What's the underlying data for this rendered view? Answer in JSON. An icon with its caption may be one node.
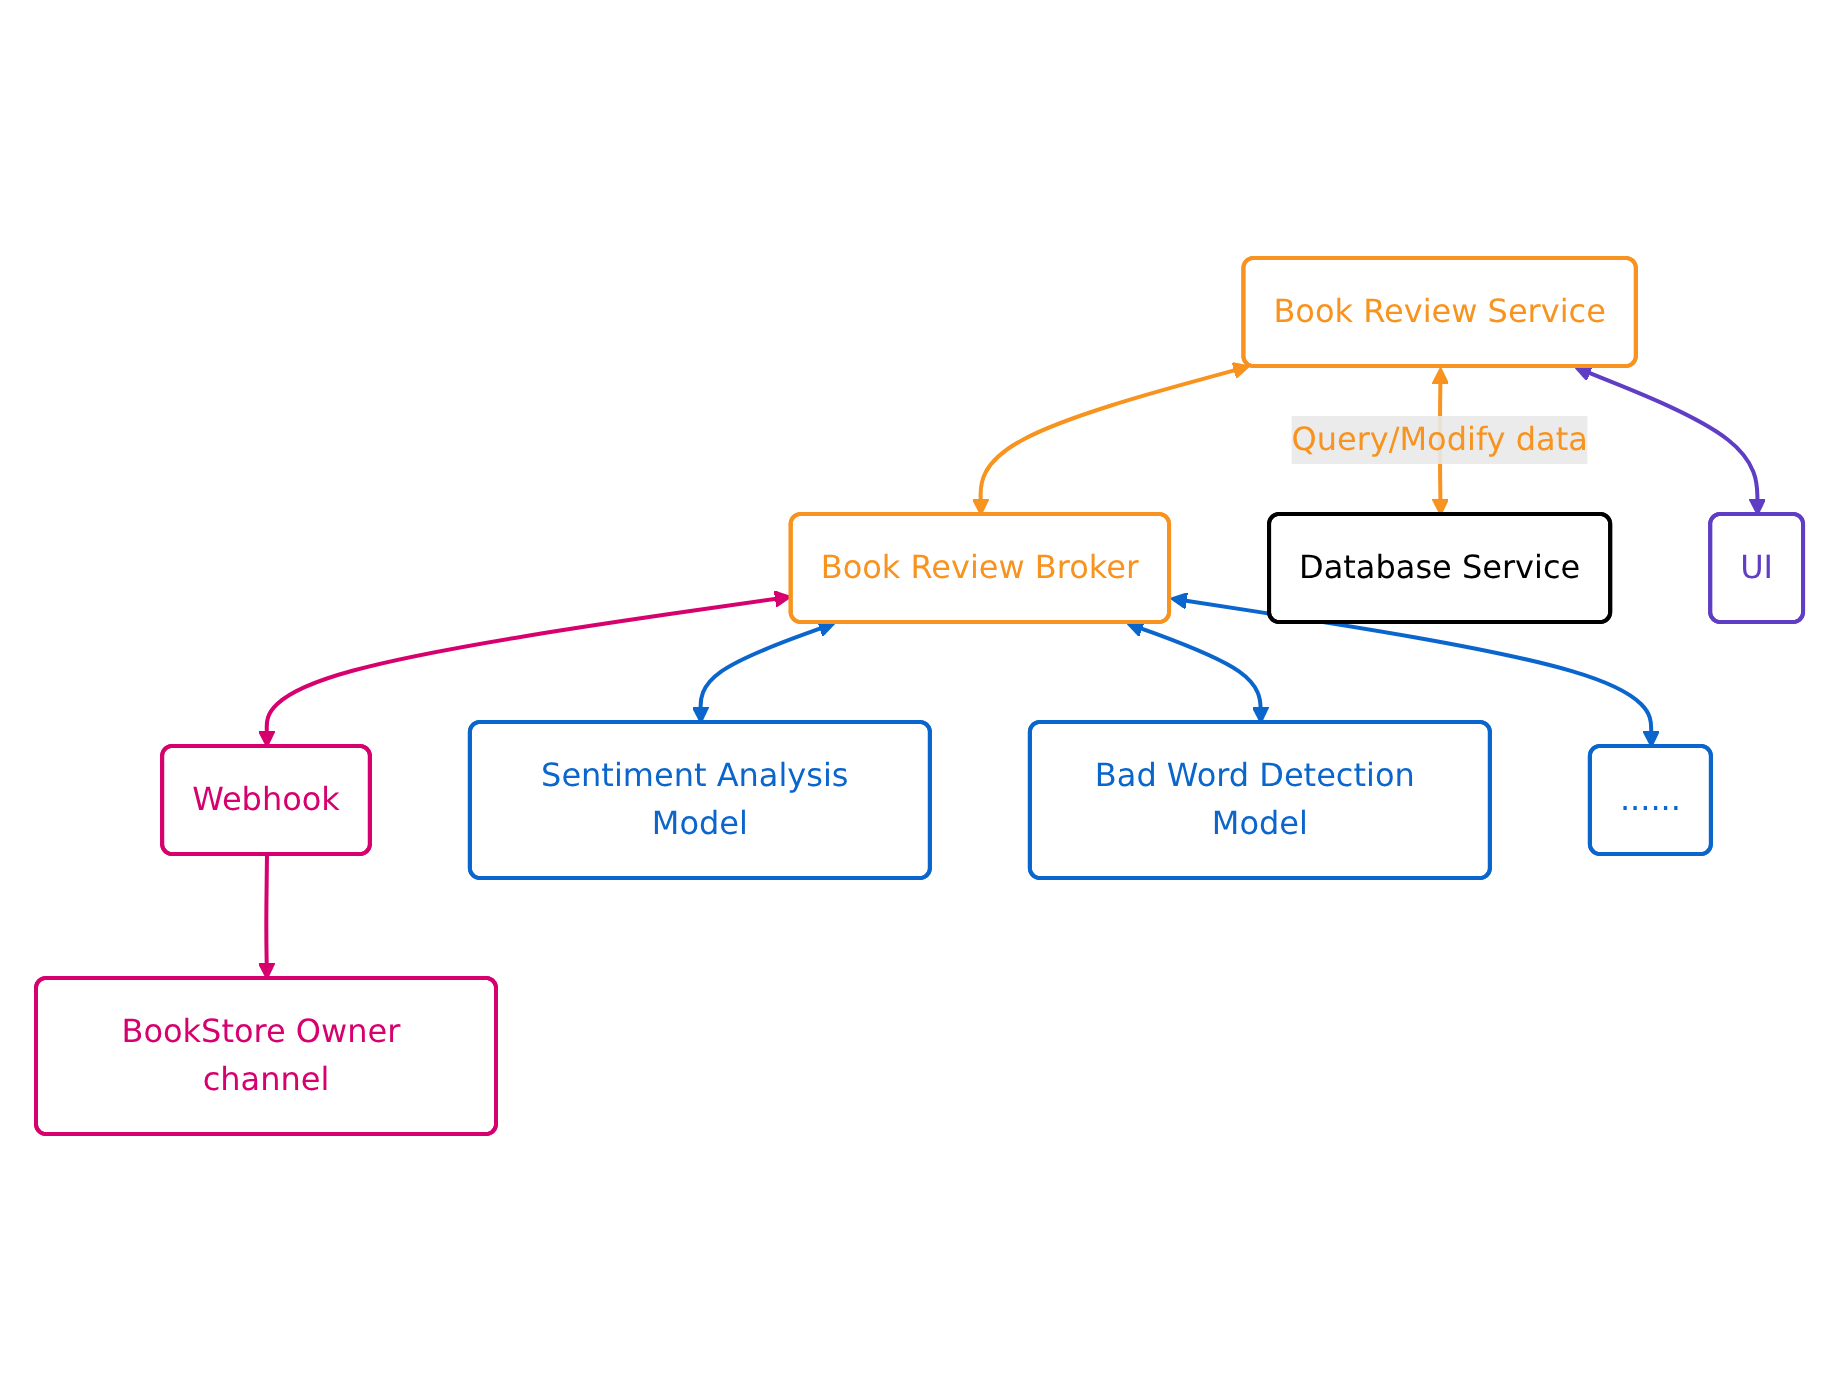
{
  "diagram": {
    "nodes": [
      {
        "text": [
          "BookStore Owner channel"
        ]
      },
      {
        "text": [
          "Webhook"
        ]
      },
      {
        "text": [
          "Sentiment Analysis Model"
        ]
      },
      {
        "text": [
          "Book Review Service"
        ]
      },
      {
        "text": [
          "Book Review Broker"
        ]
      },
      {
        "text": [
          "Bad Word Detection Model"
        ]
      },
      {
        "text": [
          "......"
        ]
      },
      {
        "text": [
          "Database Service"
        ]
      },
      {
        "text": [
          "UI"
        ]
      }
    ],
    "edges": [
      {
        "from": 1,
        "to": 0,
        "arrow": "to",
        "color": "#d6006e"
      },
      {
        "from": 4,
        "to": 1,
        "arrow": "both",
        "color": "#d6006e"
      },
      {
        "from": 3,
        "to": 4,
        "arrow": "both",
        "color": "#f7931e"
      },
      {
        "from": 4,
        "to": 2,
        "arrow": "both",
        "color": "#0a66cc"
      },
      {
        "from": 4,
        "to": 5,
        "arrow": "both",
        "color": "#0a66cc"
      },
      {
        "from": 4,
        "to": 6,
        "arrow": "both",
        "color": "#0a66cc"
      },
      {
        "from": 3,
        "to": 7,
        "arrow": "both",
        "label": "Query/Modify data",
        "color": "#f7931e"
      },
      {
        "from": 3,
        "to": 8,
        "arrow": "both",
        "color": "#5f3dc4"
      }
    ]
  }
}
